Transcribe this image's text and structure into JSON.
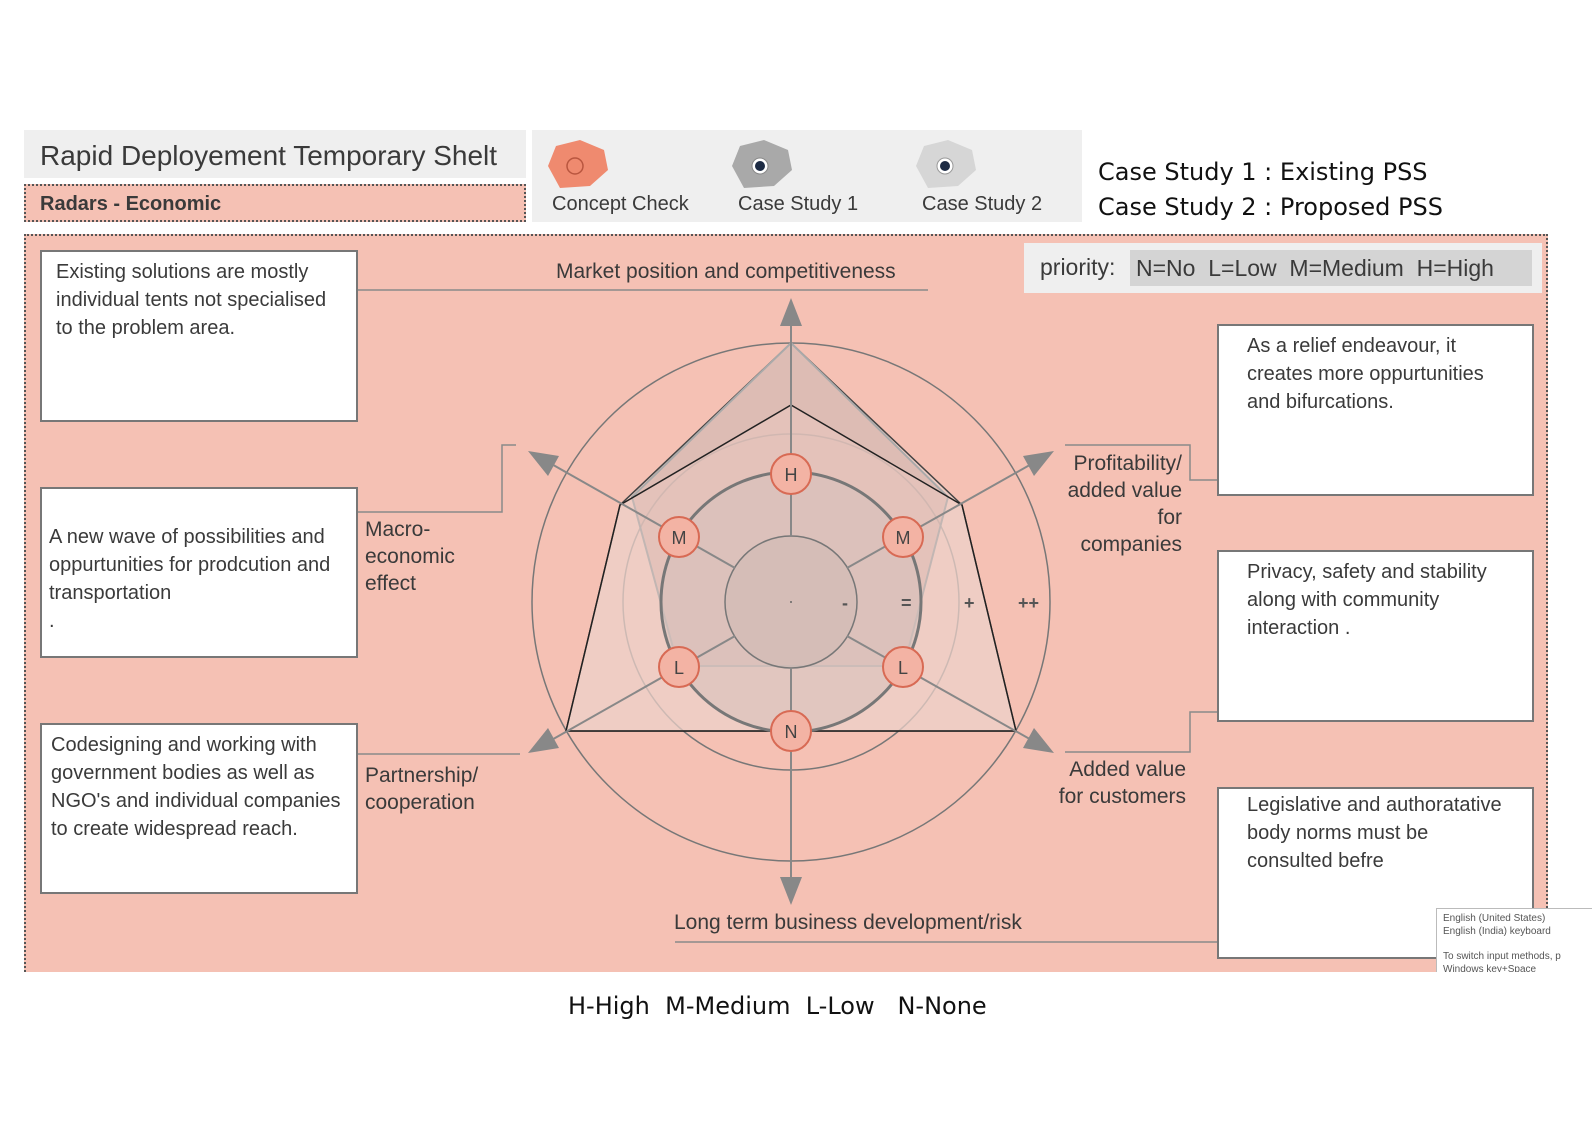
{
  "header": {
    "title": "Rapid Deployement Temporary Shelt",
    "subtitle": "Radars - Economic"
  },
  "legend": {
    "items": [
      {
        "label": "Concept Check",
        "icon": "orange-hexagon-icon",
        "color": "#ef8a6f"
      },
      {
        "label": "Case Study 1",
        "icon": "grey-hexagon-icon",
        "color": "#a9a9a9"
      },
      {
        "label": "Case Study 2",
        "icon": "light-grey-hexagon-icon",
        "color": "#d6d6d6"
      }
    ]
  },
  "case_notes": [
    "Case Study 1 : Existing PSS",
    "Case Study 2 : Proposed PSS"
  ],
  "priority": {
    "label": "priority:",
    "values": "N=No  L=Low  M=Medium  H=High"
  },
  "notes": {
    "top_left": "Existing solutions are mostly individual tents not specialised to the problem area.",
    "mid_left": "A new wave of possibilities and oppurtunities for prodcution and transportation\n.",
    "bottom_left": "Codesigning and working with government bodies as well as NGO's and individual companies to create widespread reach.",
    "top_right": "As a relief endeavour, it creates more oppurtunities and bifurcations.",
    "mid_right": "Privacy, safety and stability along with community interaction .",
    "bottom_right": "Legislative and authoratative body norms must be consulted befre"
  },
  "axes": {
    "top": "Market position and competitiveness",
    "upper_left": "Macro-\neconomic\neffect",
    "lower_left": "Partnership/\ncooperation",
    "upper_right": "Profitability/\nadded value\nfor\ncompanies",
    "lower_right": "Added value\nfor customers",
    "bottom": "Long term business development/risk"
  },
  "scale_labels": [
    "-",
    "=",
    "+",
    "++"
  ],
  "priority_markers": [
    "H",
    "M",
    "M",
    "L",
    "L",
    "N"
  ],
  "colors": {
    "panel": "#f5c1b4",
    "marker_fill": "#f3b3a4",
    "marker_stroke": "#d86a54",
    "axis": "#777777"
  },
  "ime_tooltip": {
    "line1": "English (United States)",
    "line2": "English (India) keyboard",
    "line3": "To switch input methods, p",
    "line4": "Windows key+Space"
  },
  "footer_legend": "H-High  M-Medium  L-Low   N-None"
}
